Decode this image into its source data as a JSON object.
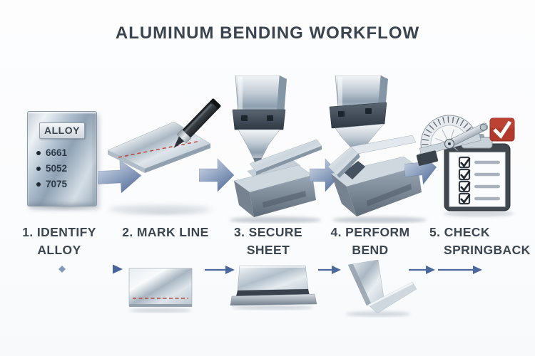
{
  "title": "ALUMINUM BENDING WORKFLOW",
  "steps": [
    {
      "icon": "alloy-plate-icon",
      "label_line1": "1. IDENTIFY",
      "label_line2": "ALLOY"
    },
    {
      "icon": "marker-pen-sheet-icon",
      "label_line1": "2. MARK LINE",
      "label_line2": ""
    },
    {
      "icon": "press-brake-secure-icon",
      "label_line1": "3. SECURE",
      "label_line2": "SHEET"
    },
    {
      "icon": "press-brake-bend-icon",
      "label_line1": "4. PERFORM",
      "label_line2": "BEND"
    },
    {
      "icon": "protractor-checklist-icon",
      "label_line1": "5. CHECK",
      "label_line2": "SPRINGBACK"
    }
  ],
  "alloy_plate": {
    "label": "ALLOY",
    "alloys": [
      "6661",
      "5052",
      "7075"
    ]
  },
  "checklist": {
    "rows": 4,
    "all_checked": true
  },
  "colors": {
    "background": "#fcfdfe",
    "heading_text": "#3a444e",
    "label_text": "#3c4650",
    "arrow_blue": "#5b74a0",
    "arrow_light": "#d6dee9",
    "flow_line_blue": "#46649a",
    "marker_line_red": "#bf453c",
    "check_badge_red": "#b23a2c",
    "clipboard_frame": "#40474f",
    "metal_light": "#f2f5f7",
    "metal_mid": "#aebecd",
    "metal_dark": "#5d6a77"
  }
}
